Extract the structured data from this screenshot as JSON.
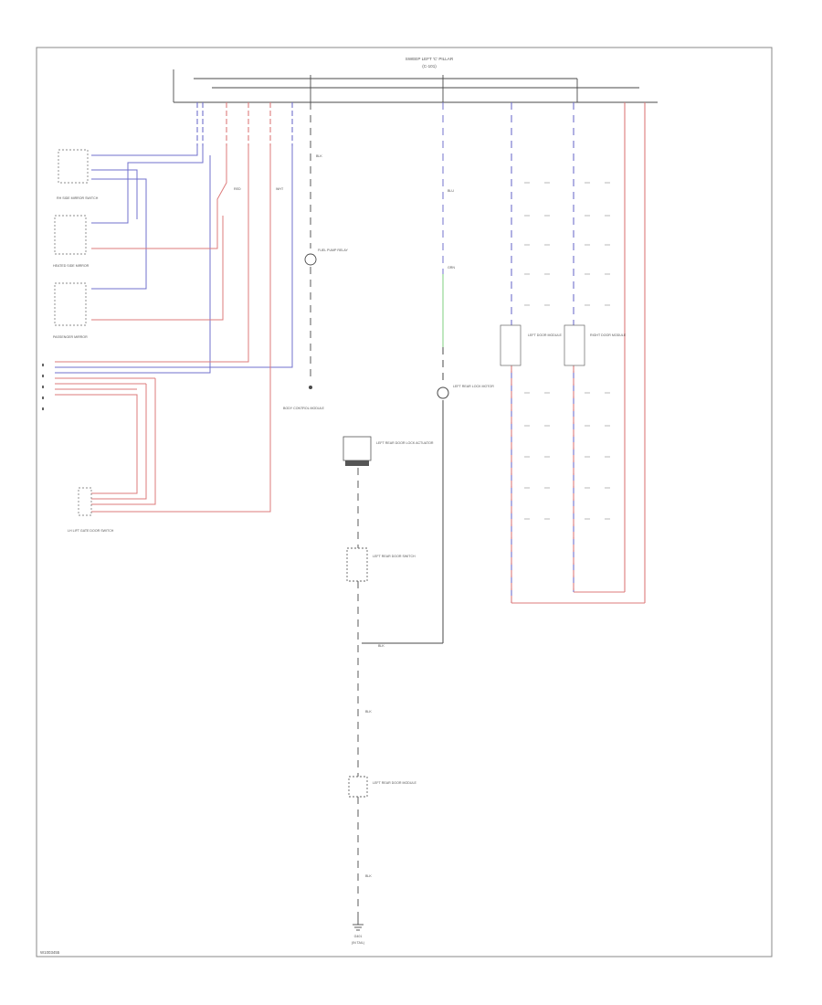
{
  "header": {
    "line1": "SWEEP LEFT 'C' PILLAR",
    "line2": "(C-101)"
  },
  "components": {
    "rh_side_mirror": "RH SIDE MIRROR SWITCH",
    "left_heated_mirror": "HEATED SIDE MIRROR",
    "passenger_mirror": "PASSENGER MIRROR",
    "fuel_relay": "FUEL PUMP RELAY",
    "fuse_block": "BODY CONTROL MODULE",
    "left_rear_door_relay": "LEFT REAR LOCK MOTOR",
    "left_rear_door_actuator": "LEFT REAR DOOR LOCK ACTUATOR",
    "left_rear_switch": "LEFT REAR DOOR SWITCH",
    "left_rear_door_module": "LEFT REAR DOOR MODULE",
    "left_module": "LEFT DOOR MODULE",
    "right_module": "RIGHT DOOR MODULE",
    "rear_liftgate": "LH LIFT GATE DOOR SWITCH",
    "ground": "G401",
    "ground_loc": "(IN TAIL)"
  },
  "wire_labels": {
    "blu": "BLU",
    "grn": "GRN",
    "red": "RED",
    "blk": "BLK",
    "wht": "WHT"
  },
  "footer": {
    "code": "W1003455"
  },
  "colors": {
    "blue": "#7070cc",
    "red": "#dd7b7b",
    "green": "#7fcf7f",
    "black": "#4a4a4a",
    "frame": "#888888"
  }
}
